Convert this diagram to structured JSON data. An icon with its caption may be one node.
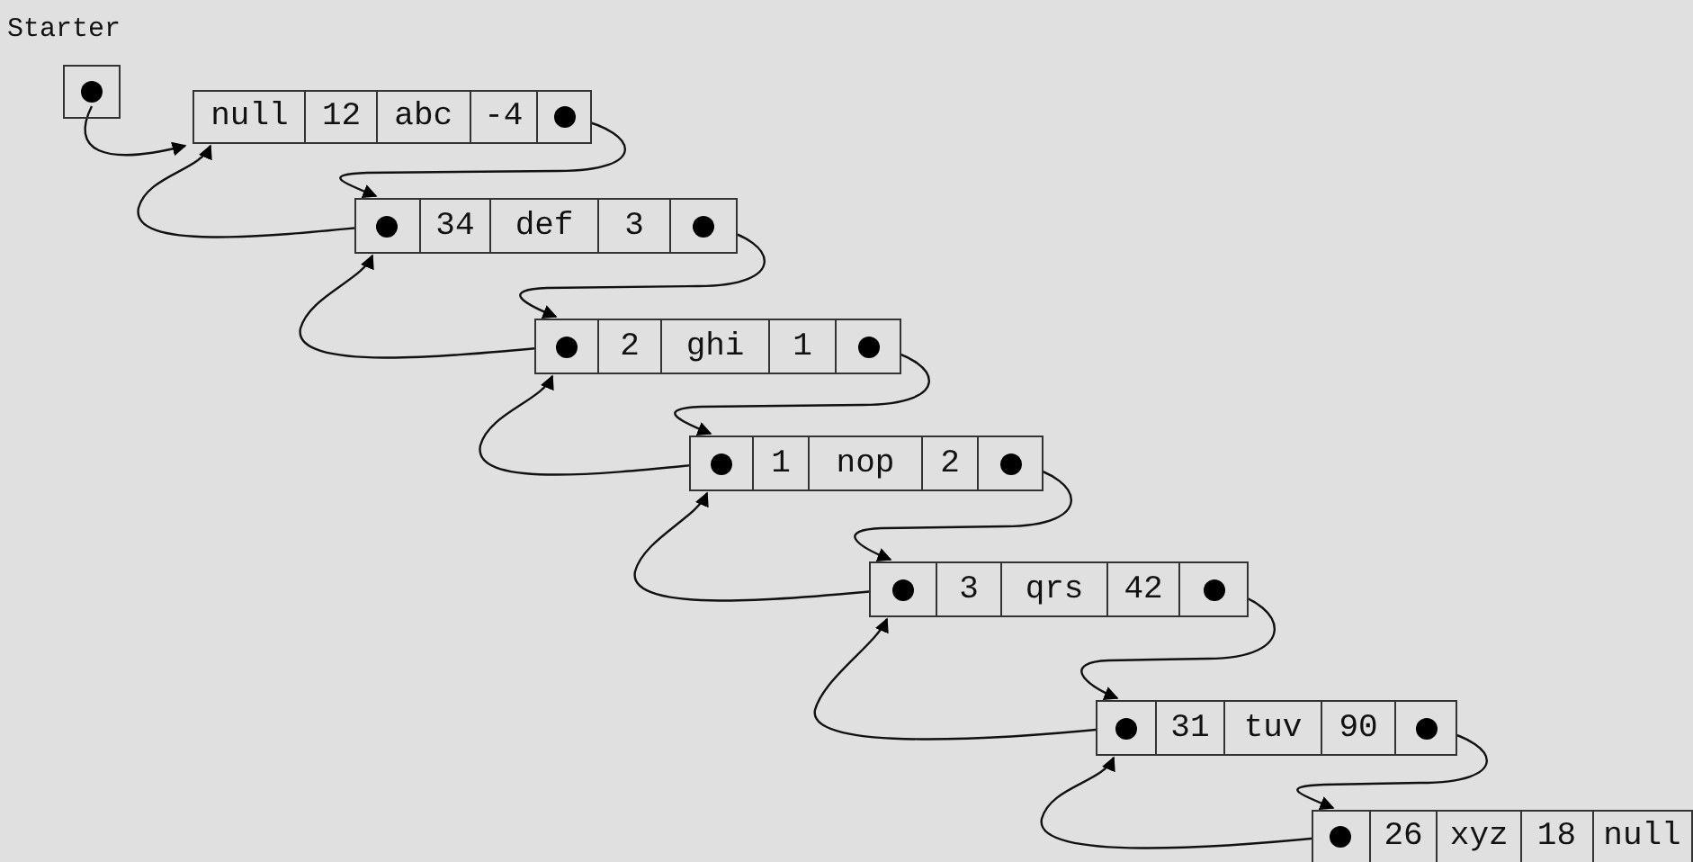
{
  "diagram": {
    "nodes": [
      {
        "text": [
          "Starter"
        ]
      },
      {
        "text": [
          "null",
          "12",
          "abc",
          "-4"
        ]
      },
      {
        "text": [
          "34",
          "def",
          "3"
        ]
      },
      {
        "text": [
          "2",
          "ghi",
          "1"
        ]
      },
      {
        "text": [
          "1",
          "nop",
          "2"
        ]
      },
      {
        "text": [
          "3",
          "qrs",
          "42"
        ]
      },
      {
        "text": [
          "31",
          "tuv",
          "90"
        ]
      },
      {
        "text": [
          "26",
          "xyz",
          "18",
          "null"
        ]
      }
    ],
    "edges": [
      {
        "from": 0,
        "to": 1,
        "arrow": "to"
      },
      {
        "from": 1,
        "to": 2,
        "arrow": "to"
      },
      {
        "from": 2,
        "to": 1,
        "arrow": "to"
      },
      {
        "from": 2,
        "to": 3,
        "arrow": "to"
      },
      {
        "from": 3,
        "to": 2,
        "arrow": "to"
      },
      {
        "from": 3,
        "to": 4,
        "arrow": "to"
      },
      {
        "from": 4,
        "to": 3,
        "arrow": "to"
      },
      {
        "from": 4,
        "to": 5,
        "arrow": "to"
      },
      {
        "from": 5,
        "to": 4,
        "arrow": "to"
      },
      {
        "from": 5,
        "to": 6,
        "arrow": "to"
      },
      {
        "from": 6,
        "to": 5,
        "arrow": "to"
      },
      {
        "from": 6,
        "to": 7,
        "arrow": "to"
      },
      {
        "from": 7,
        "to": 6,
        "arrow": "to"
      }
    ]
  }
}
